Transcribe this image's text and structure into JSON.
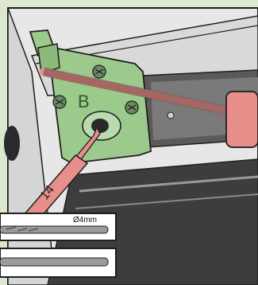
{
  "illustration": {
    "plate_letter": "B",
    "tag_number": "14",
    "callout_label": "Ø4mm",
    "colors": {
      "background": "#dbe8cf",
      "plate": "#9cc98c",
      "drill_bit": "#e98f8b",
      "outline": "#1f1f1f"
    },
    "icons": [
      "drill-bit-icon",
      "guide-plate-icon",
      "screw-icon",
      "arrow-icon",
      "tag-icon"
    ]
  }
}
